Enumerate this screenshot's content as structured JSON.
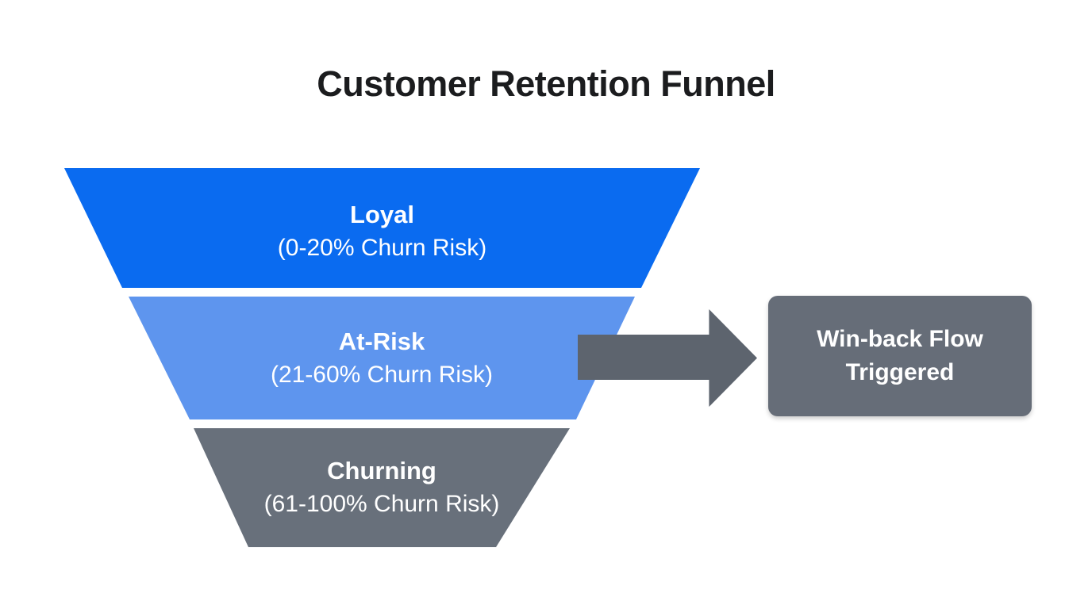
{
  "title": "Customer Retention Funnel",
  "funnel": {
    "stages": [
      {
        "name": "Loyal",
        "range": "(0-20% Churn Risk)",
        "color": "#0a6bf0"
      },
      {
        "name": "At-Risk",
        "range": "(21-60% Churn Risk)",
        "color": "#5e95ee"
      },
      {
        "name": "Churning",
        "range": "(61-100% Churn Risk)",
        "color": "#68707b"
      }
    ]
  },
  "annotation": {
    "line1": "Win-back Flow",
    "line2": "Triggered",
    "box_color": "#666d78",
    "arrow_color": "#5d646e",
    "text_color": "#ffffff"
  }
}
